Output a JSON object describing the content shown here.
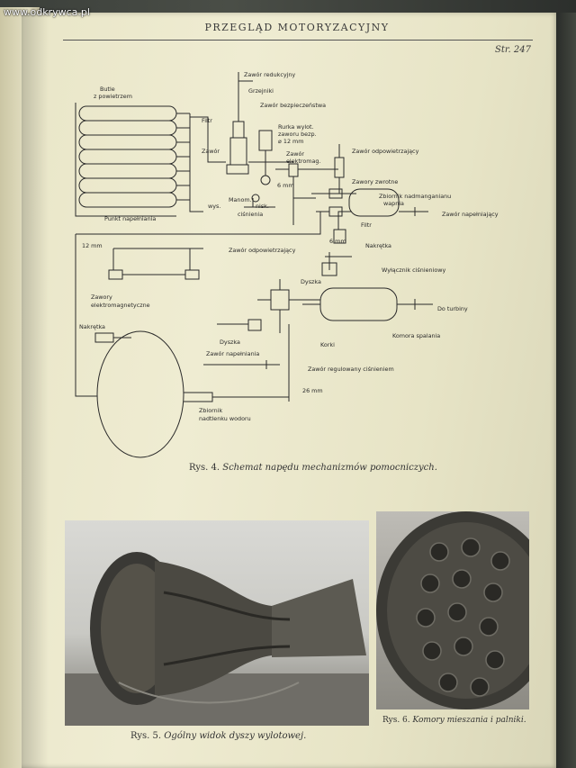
{
  "watermark": "www.odkrywca.pl",
  "header": {
    "running_title": "PRZEGLĄD MOTORYZACYJNY",
    "page_number": "Str. 247"
  },
  "diagram": {
    "labels": {
      "butle": "Butle",
      "z_powietrzem": "z powietrzem",
      "filtr_top": "Filtr",
      "zawor_left": "Zawór",
      "zawor_redukcyjny": "Zawór redukcyjny",
      "grzejniki": "Grzejniki",
      "zawor_bezpieczenstwa": "Zawór bezpieczeństwa",
      "rurka_1": "Rurka wylot.",
      "rurka_2": "zaworu bezp.",
      "rurka_3": "⌀ 12 mm",
      "zawor_elektromag_1": "Zawór",
      "zawor_elektromag_2": "elektromag.",
      "zawor_odpowietrzajacy_top": "Zawór odpowietrzający",
      "zawory_zwrotne": "Zawory zwrotne",
      "zbiornik_nadmanganianu_1": "Zbiornik nadmanganianu",
      "zbiornik_nadmanganianu_2": "wapnia",
      "zawor_napelniajacy_right": "Zawór napełniający",
      "filtr_right": "Filtr",
      "six_mm_top": "6 mm",
      "manom": "Manom.",
      "wys": "wys.",
      "nisk": "nisk.",
      "cisnienia": "ciśnienia",
      "punkt_napelniania": "Punkt napełniania",
      "twelve_mm": "12 mm",
      "six_mm_mid": "6 mm",
      "nakretka_right": "Nakrętka",
      "zawor_odpowietrzajacy_mid": "Zawór odpowietrzający",
      "wylacznik": "Wyłącznik ciśnieniowy",
      "dyszka_top": "Dyszka",
      "do_turbiny": "Do turbiny",
      "zawory_elektro_1": "Zawory",
      "zawory_elektro_2": "elektromagnetyczne",
      "nakretka_left": "Nakrętka",
      "dyszka_bottom": "Dyszka",
      "komora_spalania": "Komora spalania",
      "korki": "Korki",
      "zawor_napelniania": "Zawór napełniania",
      "zawor_regulowany": "Zawór regulowany ciśnieniem",
      "twenty_six_mm": "26 mm",
      "zbiornik_1": "Zbiornik",
      "zbiornik_2": "nadtlenku wodoru"
    }
  },
  "captions": {
    "fig4_prefix": "Rys. 4.",
    "fig4_text": "Schemat napędu mechanizmów pomocniczych.",
    "fig5_prefix": "Rys. 5.",
    "fig5_text": "Ogólny widok dyszy wylotowej.",
    "fig6_prefix": "Rys. 6.",
    "fig6_text": "Komory mieszania i palniki."
  },
  "colors": {
    "paper": "#ece9cc",
    "ink": "#2a2a2a",
    "cover": "#3b3f3a"
  }
}
